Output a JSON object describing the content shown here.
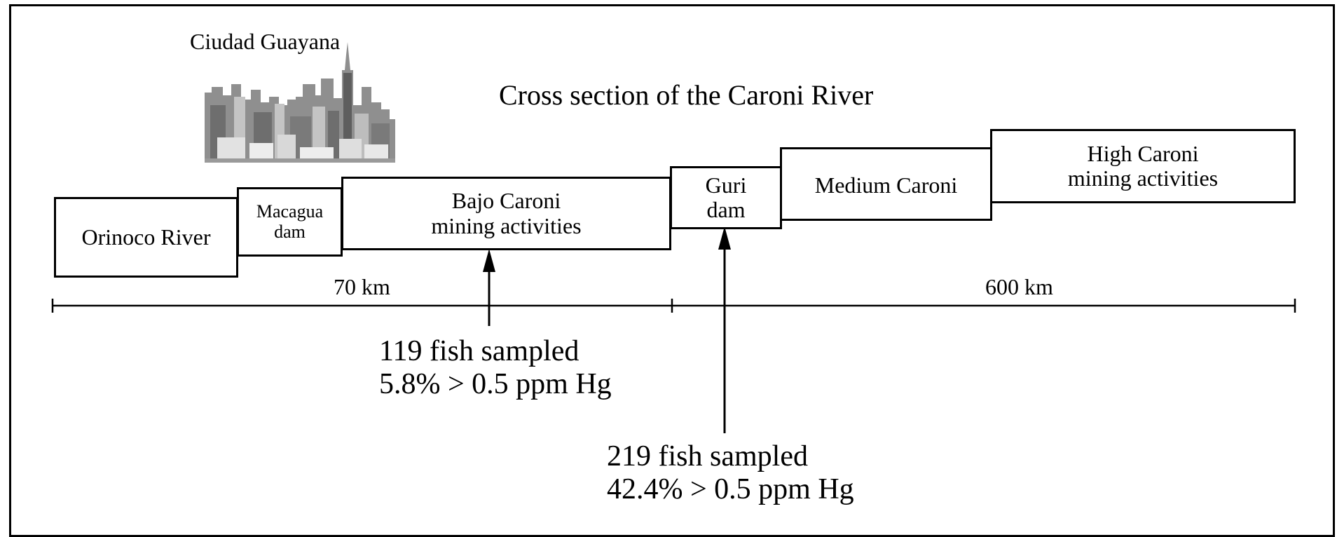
{
  "title": "Cross section of the Caroni River",
  "city": {
    "label": "Ciudad Guayana"
  },
  "segments": [
    {
      "line1": "Orinoco River",
      "line2": ""
    },
    {
      "line1": "Macagua",
      "line2": "dam"
    },
    {
      "line1": "Bajo Caroni",
      "line2": "mining activities"
    },
    {
      "line1": "Guri",
      "line2": "dam"
    },
    {
      "line1": "Medium Caroni",
      "line2": ""
    },
    {
      "line1": "High Caroni",
      "line2": "mining activities"
    }
  ],
  "distances": [
    {
      "label": "70 km"
    },
    {
      "label": "600 km"
    }
  ],
  "samples": [
    {
      "line1": "119 fish sampled",
      "line2": "5.8% > 0.5 ppm Hg"
    },
    {
      "line1": "219 fish sampled",
      "line2": "42.4% > 0.5 ppm Hg"
    }
  ],
  "colors": {
    "line": "#000000",
    "city_dark": "#6e6e6e",
    "city_mid": "#9a9a9a",
    "city_light": "#c4c4c4"
  }
}
